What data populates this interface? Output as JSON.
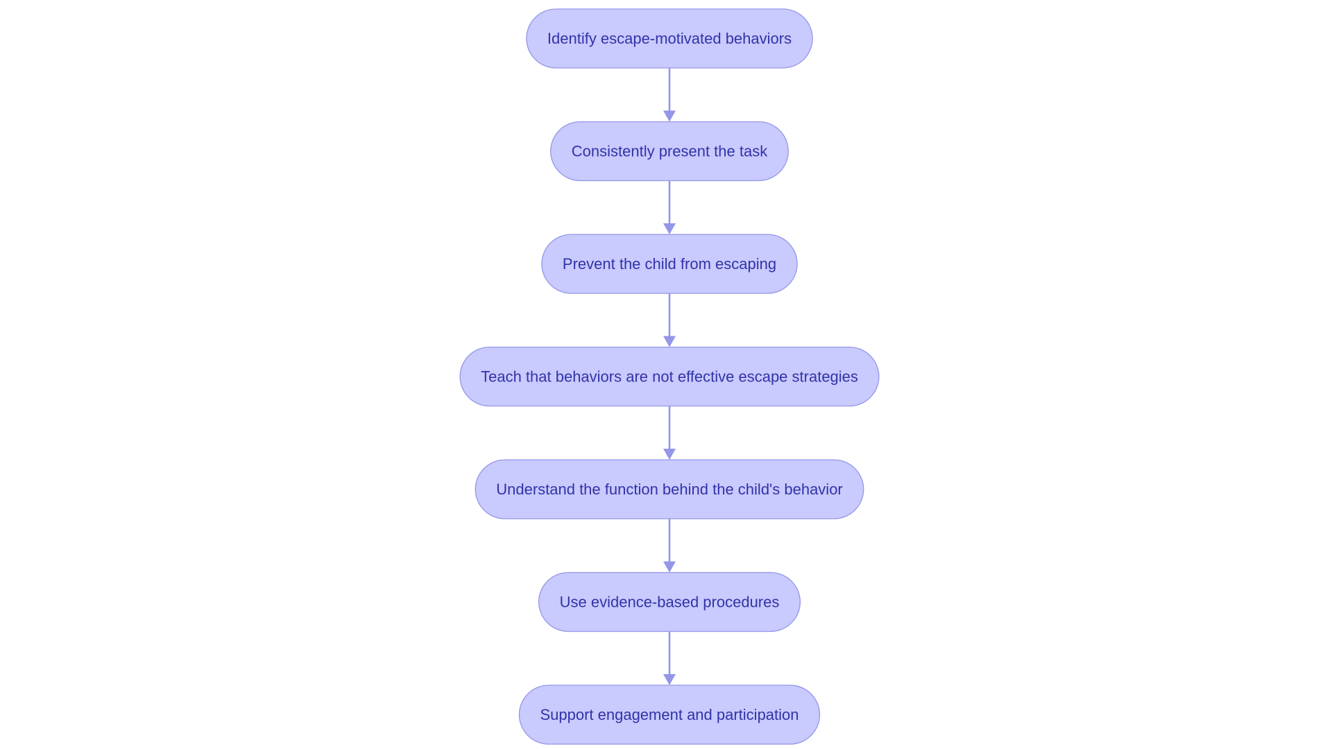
{
  "diagram": {
    "type": "flowchart",
    "direction": "top-to-bottom",
    "node_shape": "stadium",
    "colors": {
      "node_fill": "#c9cafd",
      "node_stroke": "#9496e8",
      "text": "#3133a8",
      "edge": "#9496e8",
      "background": "#ffffff"
    },
    "nodes": [
      {
        "id": "identify",
        "label": "Identify escape-motivated behaviors"
      },
      {
        "id": "present",
        "label": "Consistently present the task"
      },
      {
        "id": "prevent",
        "label": "Prevent the child from escaping"
      },
      {
        "id": "teach",
        "label": "Teach that behaviors are not effective escape strategies"
      },
      {
        "id": "understand",
        "label": "Understand the function behind the child's behavior"
      },
      {
        "id": "evidence",
        "label": "Use evidence-based procedures"
      },
      {
        "id": "support",
        "label": "Support engagement and participation"
      }
    ],
    "edges": [
      {
        "from": "identify",
        "to": "present"
      },
      {
        "from": "present",
        "to": "prevent"
      },
      {
        "from": "prevent",
        "to": "teach"
      },
      {
        "from": "teach",
        "to": "understand"
      },
      {
        "from": "understand",
        "to": "evidence"
      },
      {
        "from": "evidence",
        "to": "support"
      }
    ]
  }
}
